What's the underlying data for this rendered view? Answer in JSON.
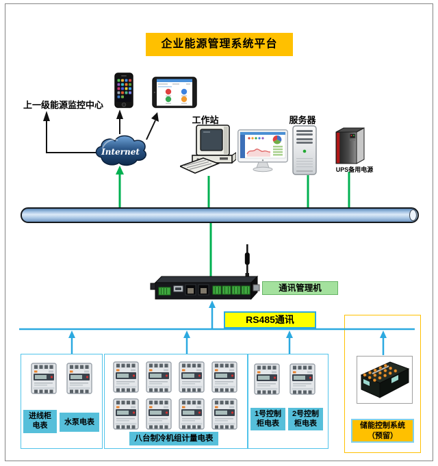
{
  "title": "企业能源管理系统平台",
  "monitoring_center_label": "上一级能源监控中心",
  "internet_label": "Internet",
  "workstation_label": "工作站",
  "server_label": "服务器",
  "ups_label": "UPS备用电源",
  "comm_manager_label": "通讯管理机",
  "rs485_label": "RS485通讯",
  "groups": {
    "g1": {
      "meter_count": 2,
      "labels": [
        {
          "lines": [
            "进线柜",
            "电表"
          ]
        },
        {
          "lines": [
            "水泵电表"
          ]
        }
      ]
    },
    "g2": {
      "meter_count": 8,
      "labels": [
        {
          "lines": [
            "八台制冷机组计量电表"
          ]
        }
      ]
    },
    "g3": {
      "meter_count": 2,
      "labels": [
        {
          "lines": [
            "1号控制",
            "柜电表"
          ]
        },
        {
          "lines": [
            "2号控制",
            "柜电表"
          ]
        }
      ]
    },
    "storage": {
      "label_lines": [
        "储能控制系统",
        "（预留）"
      ]
    }
  },
  "colors": {
    "title_bg": "#FFC000",
    "comm_label_bg": "#A4E19E",
    "rs485_label_bg": "#FFFF00",
    "meter_label_bg": "#56BFDA",
    "storage_label_bg": "#FFC000",
    "storage_border": "#FFC000",
    "group_border": "#4FC3EA",
    "green_line": "#00B050",
    "blue_line": "#2BA9E0",
    "bus_fill": "#A9C6E4"
  }
}
